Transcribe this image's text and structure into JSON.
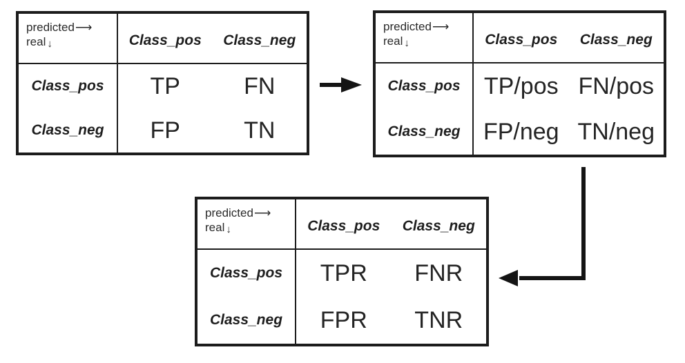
{
  "colors": {
    "background": "#ffffff",
    "border": "#1c1c1c",
    "text": "#1e1e1e",
    "arrow": "#141414"
  },
  "icons": {
    "right_arrow": "⟶",
    "down_arrow": "↓"
  },
  "corner_label": {
    "top": "predicted",
    "bottom": "real"
  },
  "tables": [
    {
      "name": "counts",
      "col_headers": [
        "Class_pos",
        "Class_neg"
      ],
      "rows": [
        {
          "label": "Class_pos",
          "cells": [
            "TP",
            "FN"
          ]
        },
        {
          "label": "Class_neg",
          "cells": [
            "FP",
            "TN"
          ]
        }
      ]
    },
    {
      "name": "normalized-by-class-size",
      "col_headers": [
        "Class_pos",
        "Class_neg"
      ],
      "rows": [
        {
          "label": "Class_pos",
          "cells": [
            "TP/pos",
            "FN/pos"
          ]
        },
        {
          "label": "Class_neg",
          "cells": [
            "FP/neg",
            "TN/neg"
          ]
        }
      ]
    },
    {
      "name": "rates",
      "col_headers": [
        "Class_pos",
        "Class_neg"
      ],
      "rows": [
        {
          "label": "Class_pos",
          "cells": [
            "TPR",
            "FNR"
          ]
        },
        {
          "label": "Class_neg",
          "cells": [
            "FPR",
            "TNR"
          ]
        }
      ]
    }
  ],
  "connectors": [
    {
      "name": "arrow-table1-to-table2",
      "direction": "right"
    },
    {
      "name": "arrow-table2-to-table3",
      "direction": "down-then-left"
    }
  ]
}
